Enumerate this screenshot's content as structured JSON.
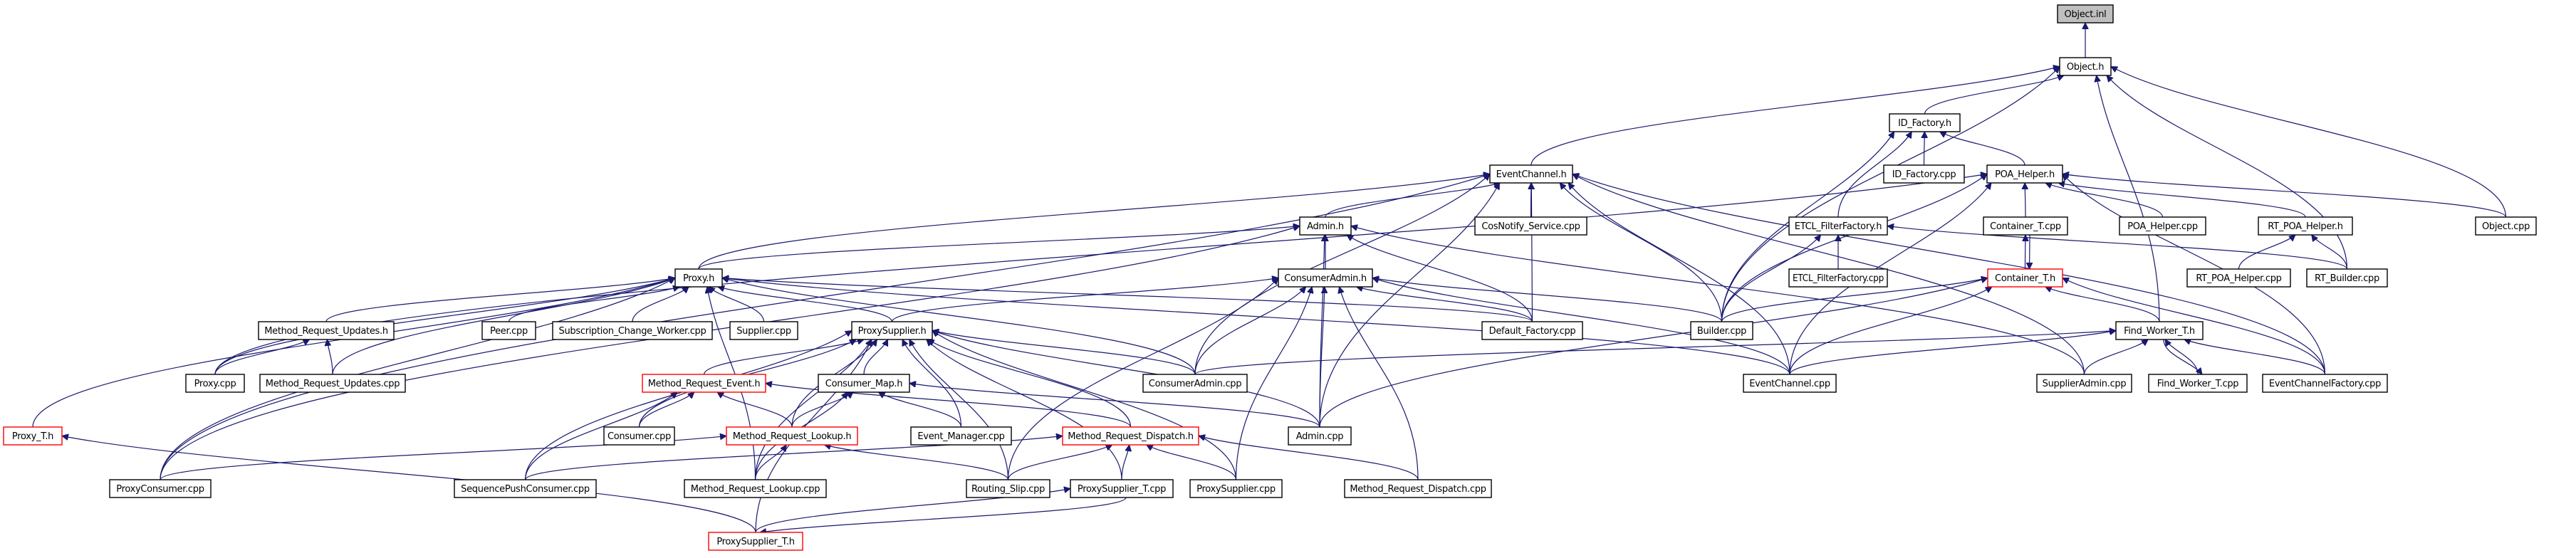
{
  "diagram": {
    "type": "include-dependency-graph",
    "root": "Object.inl",
    "colors": {
      "edge": "#191970",
      "root_fill": "#bfbfbf",
      "node_border": "#000000",
      "truncated_node_border": "#ff0000"
    },
    "nodes": [
      {
        "id": "object_inl",
        "label": "Object.inl",
        "style": "root"
      },
      {
        "id": "object_h",
        "label": "Object.h",
        "style": "normal"
      },
      {
        "id": "id_factory_h",
        "label": "ID_Factory.h",
        "style": "normal"
      },
      {
        "id": "id_factory_cpp",
        "label": "ID_Factory.cpp",
        "style": "normal"
      },
      {
        "id": "poa_helper_h",
        "label": "POA_Helper.h",
        "style": "normal"
      },
      {
        "id": "eventchannel_h",
        "label": "EventChannel.h",
        "style": "normal"
      },
      {
        "id": "cosnotify_service_cpp",
        "label": "CosNotify_Service.cpp",
        "style": "normal"
      },
      {
        "id": "etcl_filterfactory_h",
        "label": "ETCL_FilterFactory.h",
        "style": "normal"
      },
      {
        "id": "container_t_cpp",
        "label": "Container_T.cpp",
        "style": "normal"
      },
      {
        "id": "poa_helper_cpp",
        "label": "POA_Helper.cpp",
        "style": "normal"
      },
      {
        "id": "rt_poa_helper_h",
        "label": "RT_POA_Helper.h",
        "style": "normal"
      },
      {
        "id": "object_cpp",
        "label": "Object.cpp",
        "style": "normal"
      },
      {
        "id": "admin_h",
        "label": "Admin.h",
        "style": "normal"
      },
      {
        "id": "consumeradmin_h",
        "label": "ConsumerAdmin.h",
        "style": "normal"
      },
      {
        "id": "etcl_filterfactory_cpp",
        "label": "ETCL_FilterFactory.cpp",
        "style": "normal"
      },
      {
        "id": "container_t_h",
        "label": "Container_T.h",
        "style": "red"
      },
      {
        "id": "rt_poa_helper_cpp",
        "label": "RT_POA_Helper.cpp",
        "style": "normal"
      },
      {
        "id": "rt_builder_cpp",
        "label": "RT_Builder.cpp",
        "style": "normal"
      },
      {
        "id": "proxy_h",
        "label": "Proxy.h",
        "style": "normal"
      },
      {
        "id": "method_request_updates_h",
        "label": "Method_Request_Updates.h",
        "style": "normal"
      },
      {
        "id": "peer_cpp",
        "label": "Peer.cpp",
        "style": "normal"
      },
      {
        "id": "subscription_change_worker_cpp",
        "label": "Subscription_Change_Worker.cpp",
        "style": "normal"
      },
      {
        "id": "supplier_cpp",
        "label": "Supplier.cpp",
        "style": "normal"
      },
      {
        "id": "proxysupplier_h",
        "label": "ProxySupplier.h",
        "style": "normal"
      },
      {
        "id": "default_factory_cpp",
        "label": "Default_Factory.cpp",
        "style": "normal"
      },
      {
        "id": "builder_cpp",
        "label": "Builder.cpp",
        "style": "normal"
      },
      {
        "id": "find_worker_t_h",
        "label": "Find_Worker_T.h",
        "style": "normal"
      },
      {
        "id": "proxy_cpp",
        "label": "Proxy.cpp",
        "style": "normal"
      },
      {
        "id": "method_request_updates_cpp",
        "label": "Method_Request_Updates.cpp",
        "style": "normal"
      },
      {
        "id": "method_request_event_h",
        "label": "Method_Request_Event.h",
        "style": "red"
      },
      {
        "id": "consumer_map_h",
        "label": "Consumer_Map.h",
        "style": "normal"
      },
      {
        "id": "consumeradmin_cpp",
        "label": "ConsumerAdmin.cpp",
        "style": "normal"
      },
      {
        "id": "eventchannel_cpp",
        "label": "EventChannel.cpp",
        "style": "normal"
      },
      {
        "id": "supplieradmin_cpp",
        "label": "SupplierAdmin.cpp",
        "style": "normal"
      },
      {
        "id": "find_worker_t_cpp",
        "label": "Find_Worker_T.cpp",
        "style": "normal"
      },
      {
        "id": "eventchannelfactory_cpp",
        "label": "EventChannelFactory.cpp",
        "style": "normal"
      },
      {
        "id": "proxy_t_h",
        "label": "Proxy_T.h",
        "style": "red"
      },
      {
        "id": "consumer_cpp",
        "label": "Consumer.cpp",
        "style": "normal"
      },
      {
        "id": "method_request_lookup_h",
        "label": "Method_Request_Lookup.h",
        "style": "red"
      },
      {
        "id": "event_manager_cpp",
        "label": "Event_Manager.cpp",
        "style": "normal"
      },
      {
        "id": "method_request_dispatch_h",
        "label": "Method_Request_Dispatch.h",
        "style": "red"
      },
      {
        "id": "admin_cpp",
        "label": "Admin.cpp",
        "style": "normal"
      },
      {
        "id": "proxyconsumer_cpp",
        "label": "ProxyConsumer.cpp",
        "style": "normal"
      },
      {
        "id": "sequencepushconsumer_cpp",
        "label": "SequencePushConsumer.cpp",
        "style": "normal"
      },
      {
        "id": "method_request_lookup_cpp",
        "label": "Method_Request_Lookup.cpp",
        "style": "normal"
      },
      {
        "id": "routing_slip_cpp",
        "label": "Routing_Slip.cpp",
        "style": "normal"
      },
      {
        "id": "proxysupplier_t_cpp",
        "label": "ProxySupplier_T.cpp",
        "style": "normal"
      },
      {
        "id": "proxysupplier_cpp",
        "label": "ProxySupplier.cpp",
        "style": "normal"
      },
      {
        "id": "method_request_dispatch_cpp",
        "label": "Method_Request_Dispatch.cpp",
        "style": "normal"
      },
      {
        "id": "proxysupplier_t_h",
        "label": "ProxySupplier_T.h",
        "style": "red"
      }
    ],
    "edges": [
      [
        "object_h",
        "object_inl"
      ],
      [
        "id_factory_h",
        "object_h"
      ],
      [
        "eventchannel_h",
        "object_h"
      ],
      [
        "builder_cpp",
        "object_h"
      ],
      [
        "object_cpp",
        "object_h"
      ],
      [
        "find_worker_t_h",
        "object_h"
      ],
      [
        "rt_builder_cpp",
        "object_h"
      ],
      [
        "id_factory_cpp",
        "id_factory_h"
      ],
      [
        "poa_helper_h",
        "id_factory_h"
      ],
      [
        "etcl_filterfactory_h",
        "id_factory_h"
      ],
      [
        "builder_cpp",
        "id_factory_h"
      ],
      [
        "cosnotify_service_cpp",
        "eventchannel_h"
      ],
      [
        "admin_h",
        "eventchannel_h"
      ],
      [
        "proxy_h",
        "eventchannel_h"
      ],
      [
        "default_factory_cpp",
        "eventchannel_h"
      ],
      [
        "builder_cpp",
        "eventchannel_h"
      ],
      [
        "consumeradmin_cpp",
        "eventchannel_h"
      ],
      [
        "eventchannel_cpp",
        "eventchannel_h"
      ],
      [
        "admin_cpp",
        "eventchannel_h"
      ],
      [
        "proxyconsumer_cpp",
        "eventchannel_h"
      ],
      [
        "supplieradmin_cpp",
        "eventchannel_h"
      ],
      [
        "eventchannelfactory_cpp",
        "eventchannel_h"
      ],
      [
        "poa_helper_cpp",
        "poa_helper_h"
      ],
      [
        "rt_poa_helper_h",
        "poa_helper_h"
      ],
      [
        "object_cpp",
        "poa_helper_h"
      ],
      [
        "container_t_cpp",
        "poa_helper_h"
      ],
      [
        "builder_cpp",
        "poa_helper_h"
      ],
      [
        "eventchannel_cpp",
        "poa_helper_h"
      ],
      [
        "eventchannelfactory_cpp",
        "poa_helper_h"
      ],
      [
        "proxy_cpp",
        "poa_helper_h"
      ],
      [
        "etcl_filterfactory_cpp",
        "etcl_filterfactory_h"
      ],
      [
        "builder_cpp",
        "etcl_filterfactory_h"
      ],
      [
        "rt_builder_cpp",
        "etcl_filterfactory_h"
      ],
      [
        "container_t_h",
        "container_t_cpp"
      ],
      [
        "container_t_cpp",
        "container_t_h"
      ],
      [
        "rt_poa_helper_cpp",
        "rt_poa_helper_h"
      ],
      [
        "rt_builder_cpp",
        "rt_poa_helper_h"
      ],
      [
        "consumeradmin_h",
        "admin_h"
      ],
      [
        "proxy_h",
        "admin_h"
      ],
      [
        "default_factory_cpp",
        "admin_h"
      ],
      [
        "admin_cpp",
        "admin_h"
      ],
      [
        "proxyconsumer_cpp",
        "admin_h"
      ],
      [
        "supplieradmin_cpp",
        "admin_h"
      ],
      [
        "proxysupplier_h",
        "consumeradmin_h"
      ],
      [
        "consumeradmin_cpp",
        "consumeradmin_h"
      ],
      [
        "default_factory_cpp",
        "consumeradmin_h"
      ],
      [
        "builder_cpp",
        "consumeradmin_h"
      ],
      [
        "eventchannel_cpp",
        "consumeradmin_h"
      ],
      [
        "admin_cpp",
        "consumeradmin_h"
      ],
      [
        "proxysupplier_cpp",
        "consumeradmin_h"
      ],
      [
        "method_request_dispatch_cpp",
        "consumeradmin_h"
      ],
      [
        "routing_slip_cpp",
        "consumeradmin_h"
      ],
      [
        "builder_cpp",
        "container_t_h"
      ],
      [
        "find_worker_t_h",
        "container_t_h"
      ],
      [
        "eventchannel_cpp",
        "container_t_h"
      ],
      [
        "eventchannelfactory_cpp",
        "container_t_h"
      ],
      [
        "admin_cpp",
        "container_t_h"
      ],
      [
        "method_request_updates_h",
        "proxy_h"
      ],
      [
        "peer_cpp",
        "proxy_h"
      ],
      [
        "subscription_change_worker_cpp",
        "proxy_h"
      ],
      [
        "supplier_cpp",
        "proxy_h"
      ],
      [
        "proxysupplier_h",
        "proxy_h"
      ],
      [
        "proxy_cpp",
        "proxy_h"
      ],
      [
        "method_request_updates_cpp",
        "proxy_h"
      ],
      [
        "proxy_t_h",
        "proxy_h"
      ],
      [
        "proxyconsumer_cpp",
        "proxy_h"
      ],
      [
        "consumeradmin_cpp",
        "proxy_h"
      ],
      [
        "eventchannel_cpp",
        "proxy_h"
      ],
      [
        "method_request_lookup_cpp",
        "proxy_h"
      ],
      [
        "default_factory_cpp",
        "proxy_h"
      ],
      [
        "proxy_cpp",
        "method_request_updates_h"
      ],
      [
        "method_request_updates_cpp",
        "method_request_updates_h"
      ],
      [
        "method_request_event_h",
        "proxysupplier_h"
      ],
      [
        "consumer_map_h",
        "proxysupplier_h"
      ],
      [
        "consumeradmin_cpp",
        "proxysupplier_h"
      ],
      [
        "consumer_cpp",
        "proxysupplier_h"
      ],
      [
        "method_request_lookup_h",
        "proxysupplier_h"
      ],
      [
        "event_manager_cpp",
        "proxysupplier_h"
      ],
      [
        "method_request_dispatch_h",
        "proxysupplier_h"
      ],
      [
        "admin_cpp",
        "proxysupplier_h"
      ],
      [
        "sequencepushconsumer_cpp",
        "proxysupplier_h"
      ],
      [
        "method_request_lookup_cpp",
        "proxysupplier_h"
      ],
      [
        "routing_slip_cpp",
        "proxysupplier_h"
      ],
      [
        "proxysupplier_t_cpp",
        "proxysupplier_h"
      ],
      [
        "proxysupplier_cpp",
        "proxysupplier_h"
      ],
      [
        "proxysupplier_t_h",
        "proxysupplier_h"
      ],
      [
        "supplieradmin_cpp",
        "find_worker_t_h"
      ],
      [
        "find_worker_t_cpp",
        "find_worker_t_h"
      ],
      [
        "find_worker_t_h",
        "find_worker_t_cpp"
      ],
      [
        "eventchannelfactory_cpp",
        "find_worker_t_h"
      ],
      [
        "consumeradmin_cpp",
        "find_worker_t_h"
      ],
      [
        "eventchannel_cpp",
        "find_worker_t_h"
      ],
      [
        "consumer_cpp",
        "method_request_event_h"
      ],
      [
        "method_request_lookup_h",
        "method_request_event_h"
      ],
      [
        "method_request_dispatch_h",
        "method_request_event_h"
      ],
      [
        "sequencepushconsumer_cpp",
        "method_request_event_h"
      ],
      [
        "method_request_lookup_h",
        "consumer_map_h"
      ],
      [
        "event_manager_cpp",
        "consumer_map_h"
      ],
      [
        "method_request_lookup_cpp",
        "consumer_map_h"
      ],
      [
        "admin_cpp",
        "consumer_map_h"
      ],
      [
        "proxyconsumer_cpp",
        "method_request_lookup_h"
      ],
      [
        "method_request_lookup_cpp",
        "method_request_lookup_h"
      ],
      [
        "routing_slip_cpp",
        "method_request_lookup_h"
      ],
      [
        "sequencepushconsumer_cpp",
        "method_request_dispatch_h"
      ],
      [
        "routing_slip_cpp",
        "method_request_dispatch_h"
      ],
      [
        "proxysupplier_t_cpp",
        "method_request_dispatch_h"
      ],
      [
        "proxysupplier_cpp",
        "method_request_dispatch_h"
      ],
      [
        "method_request_dispatch_cpp",
        "method_request_dispatch_h"
      ],
      [
        "proxysupplier_t_h",
        "proxysupplier_t_cpp"
      ],
      [
        "proxysupplier_t_cpp",
        "proxysupplier_t_h"
      ],
      [
        "proxysupplier_t_h",
        "proxy_t_h"
      ]
    ]
  }
}
